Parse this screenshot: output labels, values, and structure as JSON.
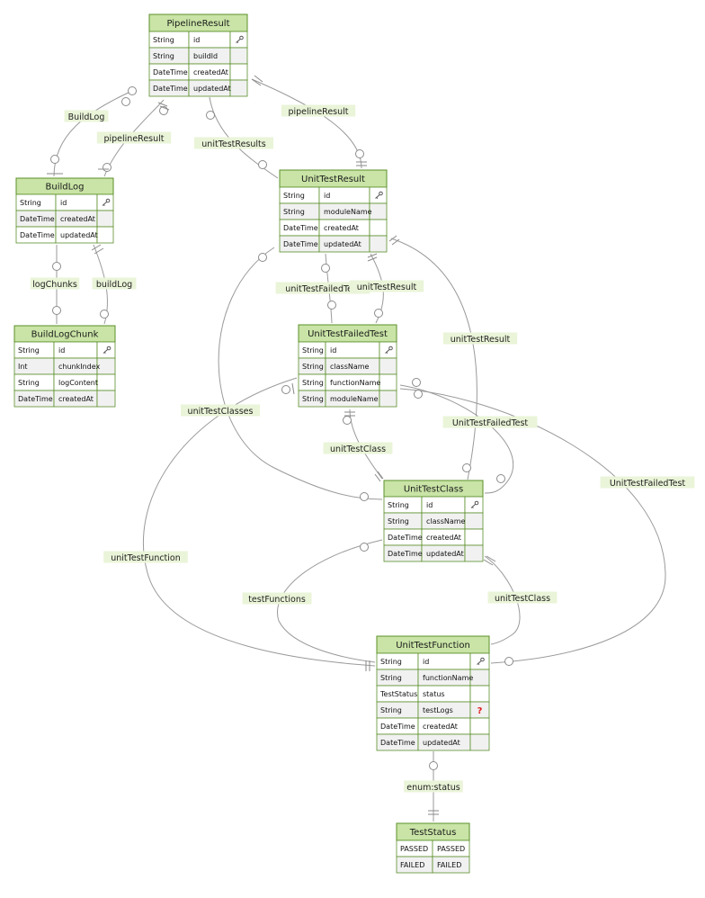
{
  "entities": [
    {
      "id": "PipelineResult",
      "title": "PipelineResult",
      "rows": [
        {
          "type": "String",
          "name": "id",
          "flag": "key"
        },
        {
          "type": "String",
          "name": "buildId",
          "flag": ""
        },
        {
          "type": "DateTime",
          "name": "createdAt",
          "flag": ""
        },
        {
          "type": "DateTime",
          "name": "updatedAt",
          "flag": ""
        }
      ]
    },
    {
      "id": "BuildLog",
      "title": "BuildLog",
      "rows": [
        {
          "type": "String",
          "name": "id",
          "flag": "key"
        },
        {
          "type": "DateTime",
          "name": "createdAt",
          "flag": ""
        },
        {
          "type": "DateTime",
          "name": "updatedAt",
          "flag": ""
        }
      ]
    },
    {
      "id": "BuildLogChunk",
      "title": "BuildLogChunk",
      "rows": [
        {
          "type": "String",
          "name": "id",
          "flag": "key"
        },
        {
          "type": "Int",
          "name": "chunkIndex",
          "flag": ""
        },
        {
          "type": "String",
          "name": "logContent",
          "flag": ""
        },
        {
          "type": "DateTime",
          "name": "createdAt",
          "flag": ""
        }
      ]
    },
    {
      "id": "UnitTestResult",
      "title": "UnitTestResult",
      "rows": [
        {
          "type": "String",
          "name": "id",
          "flag": "key"
        },
        {
          "type": "String",
          "name": "moduleName",
          "flag": ""
        },
        {
          "type": "DateTime",
          "name": "createdAt",
          "flag": ""
        },
        {
          "type": "DateTime",
          "name": "updatedAt",
          "flag": ""
        }
      ]
    },
    {
      "id": "UnitTestFailedTest",
      "title": "UnitTestFailedTest",
      "rows": [
        {
          "type": "String",
          "name": "id",
          "flag": "key"
        },
        {
          "type": "String",
          "name": "className",
          "flag": ""
        },
        {
          "type": "String",
          "name": "functionName",
          "flag": ""
        },
        {
          "type": "String",
          "name": "moduleName",
          "flag": ""
        }
      ]
    },
    {
      "id": "UnitTestClass",
      "title": "UnitTestClass",
      "rows": [
        {
          "type": "String",
          "name": "id",
          "flag": "key"
        },
        {
          "type": "String",
          "name": "className",
          "flag": ""
        },
        {
          "type": "DateTime",
          "name": "createdAt",
          "flag": ""
        },
        {
          "type": "DateTime",
          "name": "updatedAt",
          "flag": ""
        }
      ]
    },
    {
      "id": "UnitTestFunction",
      "title": "UnitTestFunction",
      "rows": [
        {
          "type": "String",
          "name": "id",
          "flag": "key"
        },
        {
          "type": "String",
          "name": "functionName",
          "flag": ""
        },
        {
          "type": "TestStatus",
          "name": "status",
          "flag": ""
        },
        {
          "type": "String",
          "name": "testLogs",
          "flag": "?"
        },
        {
          "type": "DateTime",
          "name": "createdAt",
          "flag": ""
        },
        {
          "type": "DateTime",
          "name": "updatedAt",
          "flag": ""
        }
      ]
    },
    {
      "id": "TestStatus",
      "title": "TestStatus",
      "rows": [
        {
          "type": "PASSED",
          "name": "PASSED"
        },
        {
          "type": "FAILED",
          "name": "FAILED"
        }
      ]
    }
  ],
  "relationships": [
    {
      "id": "r1",
      "label": "BuildLog"
    },
    {
      "id": "r2",
      "label": "pipelineResult"
    },
    {
      "id": "r3",
      "label": "unitTestResults"
    },
    {
      "id": "r4",
      "label": "pipelineResult"
    },
    {
      "id": "r5",
      "label": "logChunks"
    },
    {
      "id": "r6",
      "label": "buildLog"
    },
    {
      "id": "r7",
      "label": "unitTestFailedTest"
    },
    {
      "id": "r8",
      "label": "unitTestResult"
    },
    {
      "id": "r9",
      "label": "unitTestResult"
    },
    {
      "id": "r10",
      "label": "unitTestClasses"
    },
    {
      "id": "r11",
      "label": "unitTestClass"
    },
    {
      "id": "r12",
      "label": "UnitTestFailedTest"
    },
    {
      "id": "r13",
      "label": "UnitTestFailedTest"
    },
    {
      "id": "r14",
      "label": "unitTestFunction"
    },
    {
      "id": "r15",
      "label": "testFunctions"
    },
    {
      "id": "r16",
      "label": "unitTestClass"
    },
    {
      "id": "r17",
      "label": "enum:status"
    }
  ]
}
